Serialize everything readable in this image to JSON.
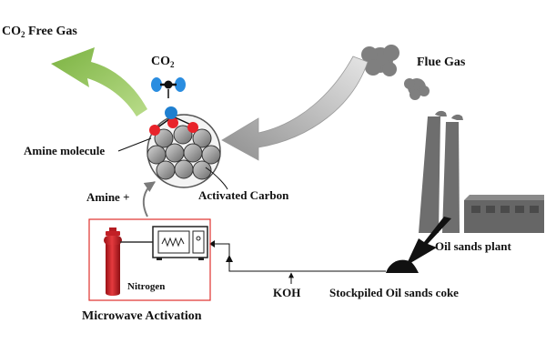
{
  "diagram": {
    "labels": {
      "co2_free_gas": "CO",
      "co2_free_gas_sub": "2",
      "co2_free_gas_rest": " Free Gas",
      "co2": "CO",
      "co2_sub": "2",
      "flue_gas": "Flue Gas",
      "amine_molecule": "Amine molecule",
      "amine_plus": "Amine +",
      "activated_carbon": "Activated Carbon",
      "oil_sands_plant": "Oil sands plant",
      "nitrogen": "Nitrogen",
      "koh": "KOH",
      "stockpiled_coke": "Stockpiled Oil sands coke",
      "microwave_activation": "Microwave Activation"
    },
    "colors": {
      "green_arrow": "#8dc15a",
      "gray_arrow": "#a9a9a9",
      "box_border": "#e0312d",
      "cylinder": "#d8232a",
      "amine_red": "#e8232a",
      "amine_blue": "#1f7fd0",
      "co2_blue": "#2a8de0",
      "carbon": "#8a8a8a",
      "factory": "#6e6e6e",
      "black": "#111111"
    },
    "icons": {
      "smoke": "smoke-cloud-icon",
      "factory": "factory-icon",
      "cylinder": "gas-cylinder-icon",
      "microwave": "microwave-oven-icon",
      "coke": "coke-pile-icon"
    }
  }
}
